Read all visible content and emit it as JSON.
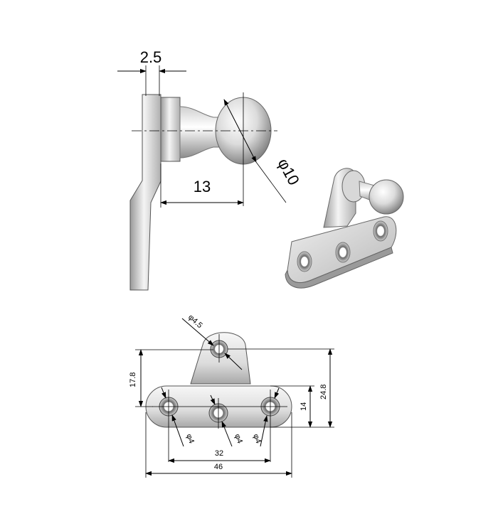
{
  "dimensions": {
    "flange_thickness": "2.5",
    "ball_offset": "13",
    "ball_diameter": "φ10",
    "top_hole_diameter": "φ4.5",
    "base_height": "17.8",
    "total_height": "24.8",
    "plate_height": "14",
    "hole_left_diameter": "φ4",
    "hole_mid_diameter": "φ4",
    "hole_right_diameter": "φ4",
    "hole_spacing": "32",
    "total_width": "46"
  },
  "colors": {
    "metal_light": "#f2f2f2",
    "metal_mid": "#c8c8c8",
    "metal_dark": "#8a8a8a",
    "line": "#000000"
  }
}
